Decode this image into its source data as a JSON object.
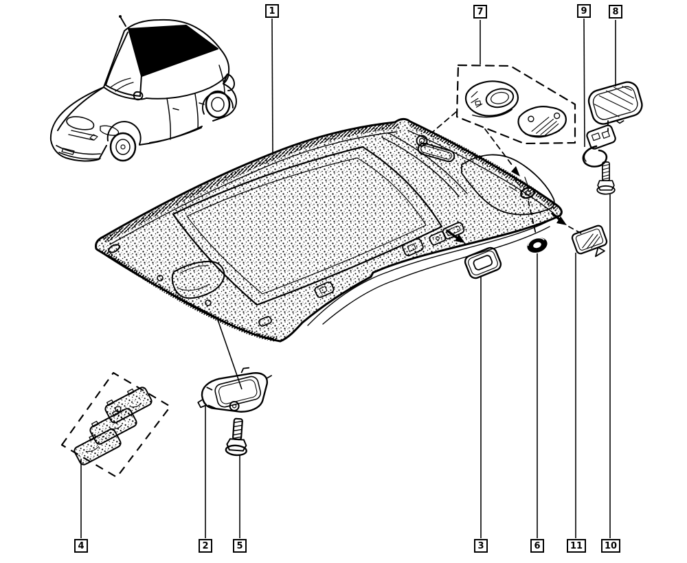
{
  "colors": {
    "line": "#000000",
    "background": "#ffffff",
    "roof_patch_fill": "#000000"
  },
  "callouts": {
    "c1": {
      "label": "1"
    },
    "c2": {
      "label": "2"
    },
    "c3": {
      "label": "3"
    },
    "c4": {
      "label": "4"
    },
    "c5": {
      "label": "5"
    },
    "c6": {
      "label": "6"
    },
    "c7": {
      "label": "7"
    },
    "c8": {
      "label": "8"
    },
    "c9": {
      "label": "9"
    },
    "c10": {
      "label": "10"
    },
    "c11": {
      "label": "11"
    }
  }
}
